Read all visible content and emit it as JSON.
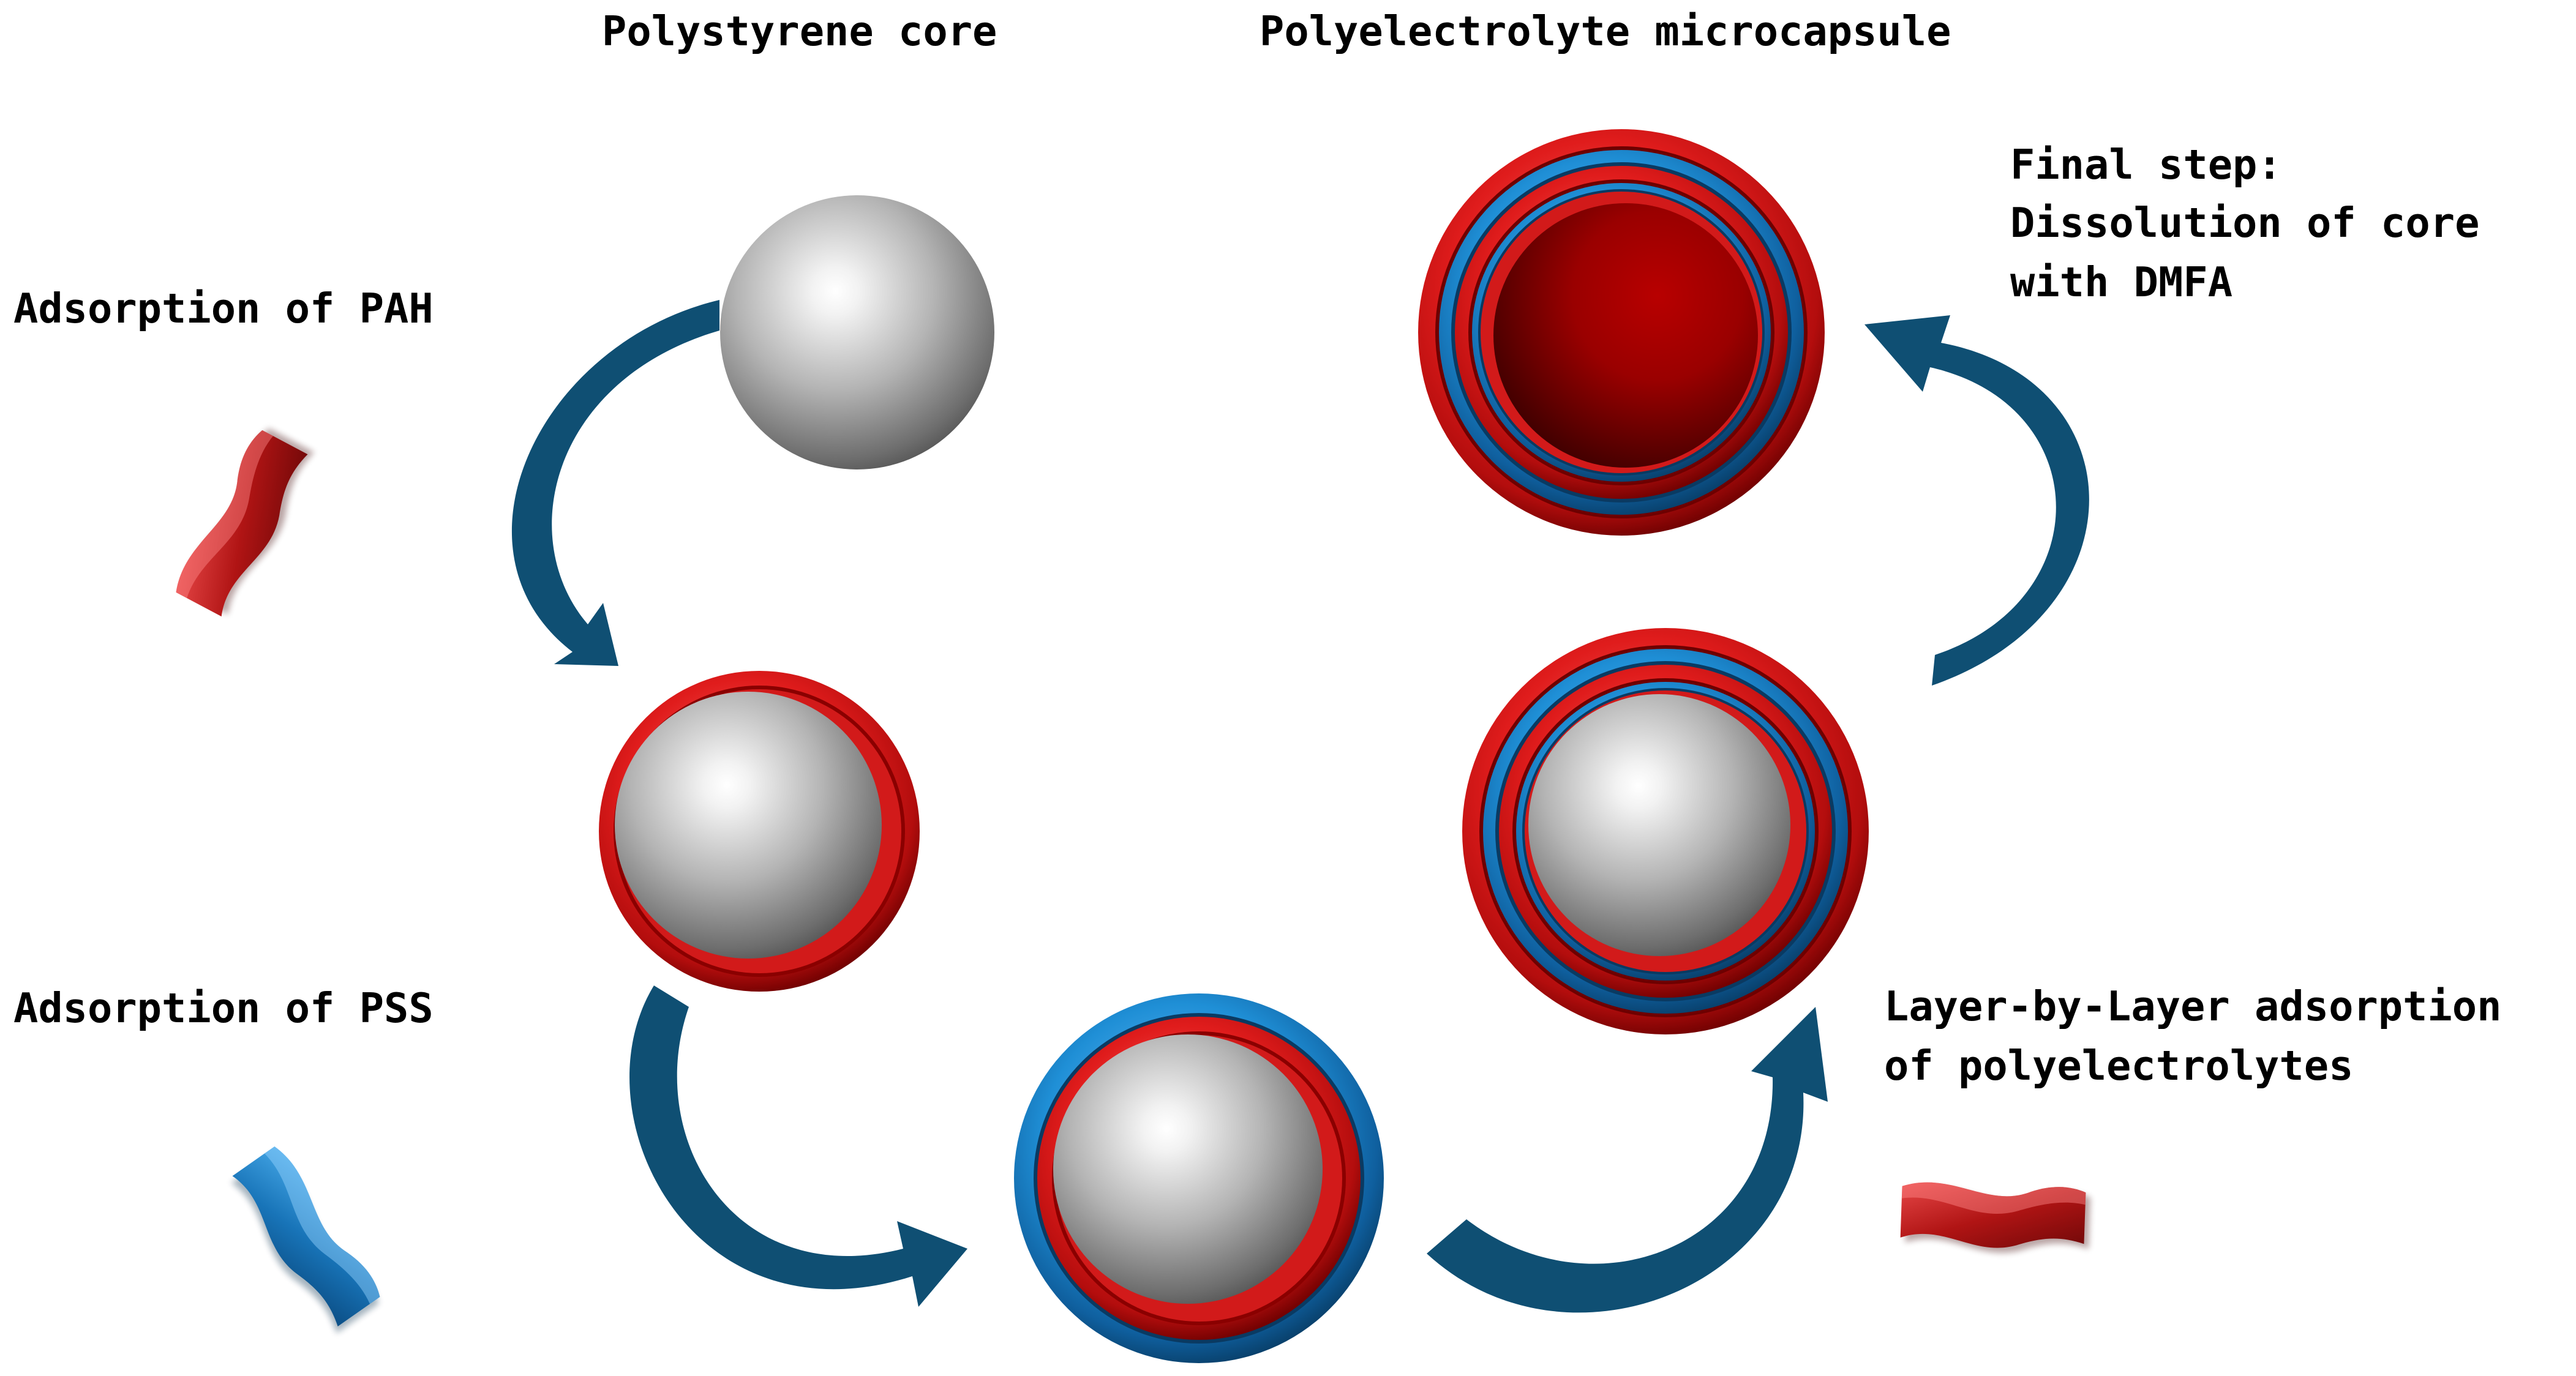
{
  "labels": {
    "core": "Polystyrene core",
    "capsule": "Polyelectrolyte microcapsule",
    "pah": "Adsorption of PAH",
    "pss": "Adsorption of PSS",
    "final_line1": "Final step:",
    "final_line2": "Dissolution of core",
    "final_line3": "with DMFA",
    "lbl_line1": "Layer-by-Layer adsorption",
    "lbl_line2": "of polyelectrolytes"
  },
  "colors": {
    "pah_red": "#d01616",
    "pss_blue": "#1a80c8",
    "arrow": "#0f4f73",
    "core_gray": "#a8a8a8",
    "capsule_dark_red": "#8e0000"
  },
  "icons": {
    "pah_strip": "red-polymer-strip-icon",
    "pss_strip": "blue-polymer-strip-icon",
    "lbl_strip": "red-polymer-strip-icon"
  }
}
